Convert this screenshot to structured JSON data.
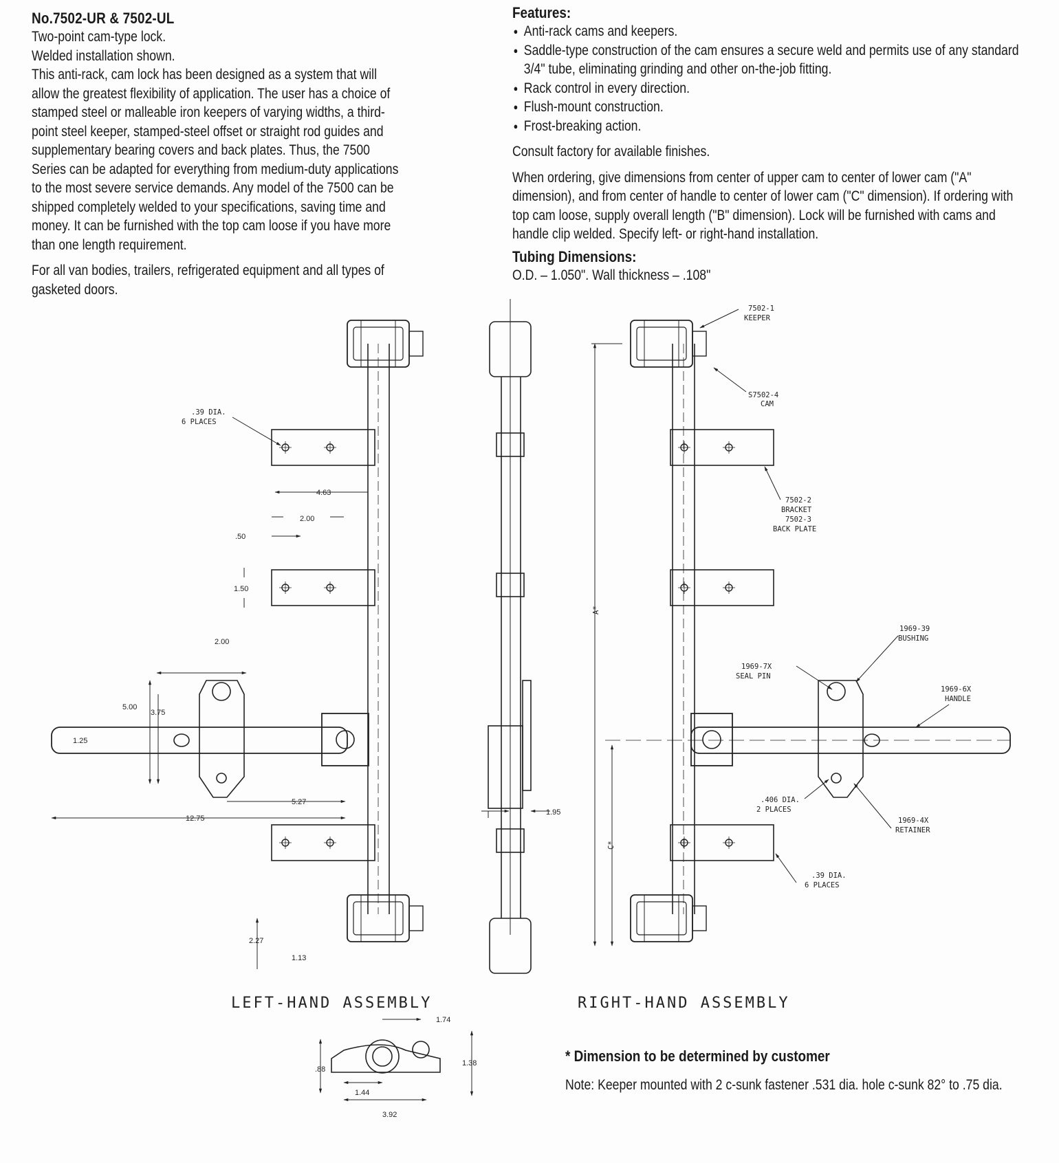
{
  "left": {
    "title": "No.7502-UR & 7502-UL",
    "line1": "Two-point cam-type lock.",
    "line2": "Welded installation shown.",
    "body": "This anti-rack, cam lock has been designed as a system that will allow the greatest flexibility of application. The user has a choice of stamped steel or malleable iron keepers of varying widths, a third-point steel keeper, stamped-steel offset or straight rod guides and supplementary bearing covers and back plates. Thus, the 7500 Series can be adapted for everything from medium-duty applications to the most severe service demands. Any model of the 7500 can be shipped completely welded to your specifications, saving time and money. It can be furnished with the top cam loose if you have more than one length requirement.",
    "usage": "For all van bodies, trailers, refrigerated equipment and all types of gasketed doors."
  },
  "right": {
    "features_title": "Features:",
    "features": [
      "Anti-rack cams and keepers.",
      "Saddle-type construction of the cam ensures a secure weld and permits use of any standard 3/4\" tube, eliminating grinding and other on-the-job fitting.",
      "Rack control in every direction.",
      "Flush-mount construction.",
      "Frost-breaking action."
    ],
    "finishes": "Consult factory for available finishes.",
    "ordering": "When ordering, give dimensions from center of upper cam to center of lower cam (\"A\" dimension), and from center of handle to center of lower cam (\"C\" dimension). If ordering with top cam loose, supply overall length (\"B\" dimension). Lock will be furnished with cams and handle clip welded. Specify left- or right-hand installation.",
    "tubing_title": "Tubing Dimensions:",
    "tubing": "O.D. – 1.050\". Wall thickness – .108\""
  },
  "drawing": {
    "left_label": "LEFT-HAND ASSEMBLY",
    "right_label": "RIGHT-HAND ASSEMBLY",
    "dims": {
      "hole_dia": ".39 DIA.",
      "six_places": "6 PLACES",
      "d463": "4.63",
      "d200": "2.00",
      "d050": ".50",
      "d150": "1.50",
      "d200b": "2.00",
      "d500": "5.00",
      "d375": "3.75",
      "d125": "1.25",
      "d527": "5.27",
      "d1275": "12.75",
      "d227": "2.27",
      "d113": "1.13",
      "d195": "1.95",
      "d174": "1.74",
      "d138": "1.38",
      "d088": ".88",
      "d144": "1.44",
      "d392": "3.92"
    },
    "callouts": {
      "keeper_no": "7502-1",
      "keeper": "KEEPER",
      "cam_no": "S7502-4",
      "cam": "CAM",
      "bracket_no": "7502-2",
      "bracket": "BRACKET",
      "backplate_no": "7502-3",
      "backplate": "BACK PLATE",
      "bushing_no": "1969-39",
      "bushing": "BUSHING",
      "sealpin_no": "1969-7X",
      "sealpin": "SEAL PIN",
      "handle_no": "1969-6X",
      "handle": "HANDLE",
      "retainer_no": "1969-4X",
      "retainer": "RETAINER",
      "dia406": ".406 DIA.",
      "two_places": "2 PLACES",
      "dia39": ".39 DIA.",
      "six_places": "6 PLACES",
      "a_mark": "A*",
      "c_mark": "C*"
    }
  },
  "footer": {
    "customer_note": "* Dimension to be determined by customer",
    "keeper_note": "Note: Keeper mounted with 2 c-sunk fastener .531 dia. hole c-sunk 82° to .75 dia."
  }
}
